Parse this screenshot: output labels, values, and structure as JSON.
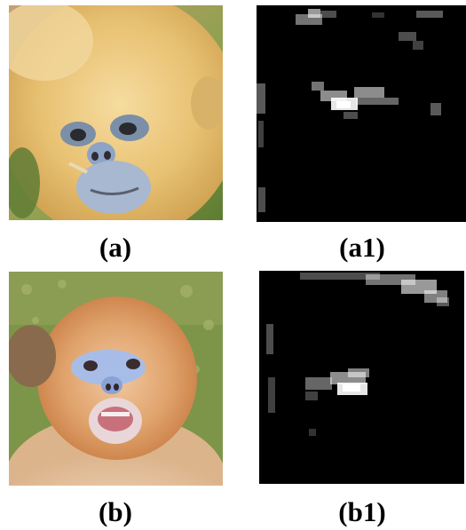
{
  "figure": {
    "panels": [
      {
        "id": "a",
        "caption": "(a)",
        "kind": "photo",
        "subject": "golden snub-nosed monkey face"
      },
      {
        "id": "a1",
        "caption": "(a1)",
        "kind": "heatmap"
      },
      {
        "id": "b",
        "caption": "(b)",
        "kind": "photo",
        "subject": "golden snub-nosed monkey face, mouth open"
      },
      {
        "id": "b1",
        "caption": "(b1)",
        "kind": "heatmap"
      }
    ]
  },
  "colors": {
    "heatmap_background": "#000000",
    "heatmap_hot": "#ffffff",
    "fur_golden": "#e7c36d",
    "fur_orange": "#d9925a",
    "face_blue": "#9fb6dd",
    "grass_green": "#6c8a3e"
  }
}
